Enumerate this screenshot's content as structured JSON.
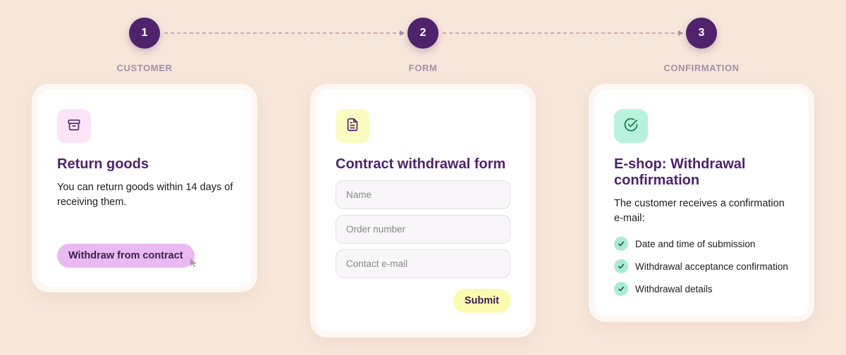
{
  "steps": [
    {
      "number": "1",
      "label": "CUSTOMER"
    },
    {
      "number": "2",
      "label": "FORM"
    },
    {
      "number": "3",
      "label": "CONFIRMATION"
    }
  ],
  "cards": {
    "customer": {
      "icon": "archive-box-icon",
      "title": "Return goods",
      "text": "You can return goods within 14 days of receiving them.",
      "button_label": "Withdraw from contract"
    },
    "form": {
      "icon": "document-icon",
      "title": "Contract withdrawal form",
      "fields": {
        "name_placeholder": "Name",
        "order_placeholder": "Order number",
        "email_placeholder": "Contact e-mail"
      },
      "submit_label": "Submit"
    },
    "confirmation": {
      "icon": "check-circle-icon",
      "title": "E-shop: Withdrawal confirmation",
      "text": "The customer receives a confirmation e-mail:",
      "items": [
        "Date and time of submission",
        "Withdrawal acceptance confirmation",
        "Withdrawal details"
      ]
    }
  },
  "colors": {
    "background": "#f7e6da",
    "accent_purple": "#4e236b",
    "button_pink": "#eab8f2",
    "button_yellow": "#fbfbb0",
    "check_green": "#a9ecd5"
  }
}
